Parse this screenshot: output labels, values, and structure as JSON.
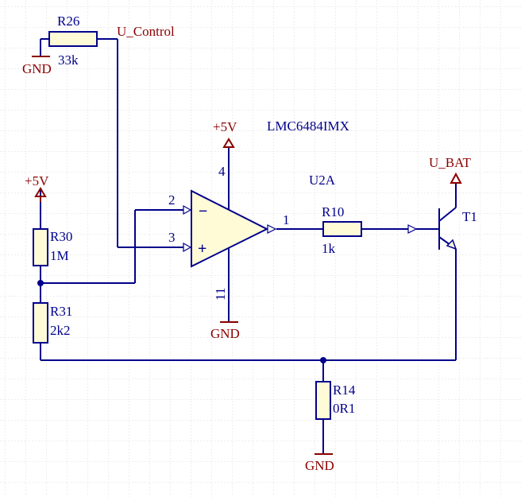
{
  "colors": {
    "wire": "#00008b",
    "power": "#8b0000",
    "component_fill": "#fffbd7",
    "grid": "#dcdcdc",
    "background": "#ffffff"
  },
  "nets": {
    "u_control": "U_Control",
    "u_bat": "U_BAT",
    "vcc_left": "+5V",
    "vcc_opamp": "+5V",
    "gnd_r26": "GND",
    "gnd_opamp": "GND",
    "gnd_r14": "GND"
  },
  "components": {
    "r26": {
      "ref": "R26",
      "value": "33k"
    },
    "r30": {
      "ref": "R30",
      "value": "1M"
    },
    "r31": {
      "ref": "R31",
      "value": "2k2"
    },
    "r10": {
      "ref": "R10",
      "value": "1k"
    },
    "r14": {
      "ref": "R14",
      "value": "0R1"
    },
    "t1": {
      "ref": "T1"
    },
    "u2a": {
      "ref": "U2A",
      "part": "LMC6484IMX",
      "pins": {
        "inv": "2",
        "noninv": "3",
        "out": "1",
        "vplus": "4",
        "vminus": "11"
      },
      "minus_sign": "−",
      "plus_sign": "+"
    }
  }
}
